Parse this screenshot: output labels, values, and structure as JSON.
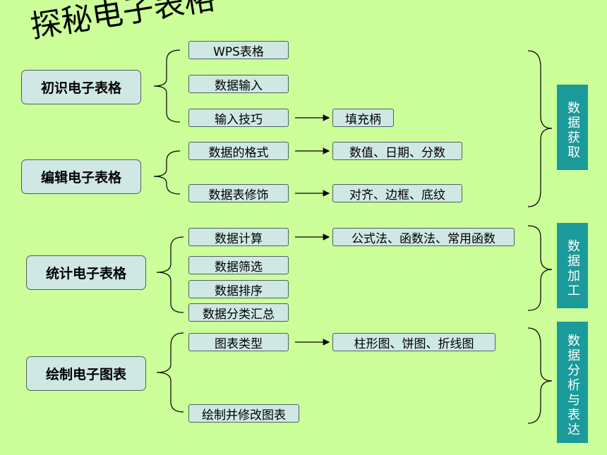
{
  "title": "探秘电子表格",
  "categories": [
    {
      "label": "初识电子表格",
      "items": [
        {
          "label": "WPS表格"
        },
        {
          "label": "数据输入"
        },
        {
          "label": "输入技巧",
          "target": "填充柄"
        }
      ]
    },
    {
      "label": "编辑电子表格",
      "items": [
        {
          "label": "数据的格式",
          "target": "数值、日期、分数"
        },
        {
          "label": "数据表修饰",
          "target": "对齐、边框、底纹"
        }
      ]
    },
    {
      "label": "统计电子表格",
      "items": [
        {
          "label": "数据计算",
          "target": "公式法、函数法、常用函数"
        },
        {
          "label": "数据筛选"
        },
        {
          "label": "数据排序"
        },
        {
          "label": "数据分类汇总"
        }
      ]
    },
    {
      "label": "绘制电子图表",
      "items": [
        {
          "label": "图表类型",
          "target": "柱形图、饼图、折线图"
        },
        {
          "label": "绘制并修改图表"
        }
      ]
    }
  ],
  "side_labels": [
    "数据获取",
    "数据加工",
    "数据分析与表达"
  ],
  "colors": {
    "background": "#ccff99",
    "box_fill": "#cfe8e3",
    "side_fill": "#1a9a9a"
  }
}
